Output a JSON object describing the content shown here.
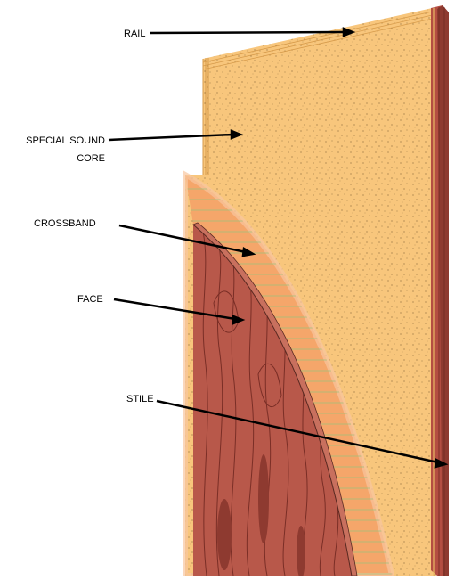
{
  "labels": {
    "rail": "RAIL",
    "core_line1": "SPECIAL SOUND",
    "core_line2": "CORE",
    "crossband": "CROSSBAND",
    "face": "FACE",
    "stile": "STILE"
  },
  "colors": {
    "core": "#f8c67c",
    "core_dots": "#8a6a3a",
    "rail_strip": "#e8b864",
    "crossband": "#f5a66a",
    "crossband_lines": "#9cc07a",
    "face_wood": "#b8584a",
    "face_grain": "#7a2e26",
    "stile": "#a6453a",
    "leader": "#000000"
  }
}
